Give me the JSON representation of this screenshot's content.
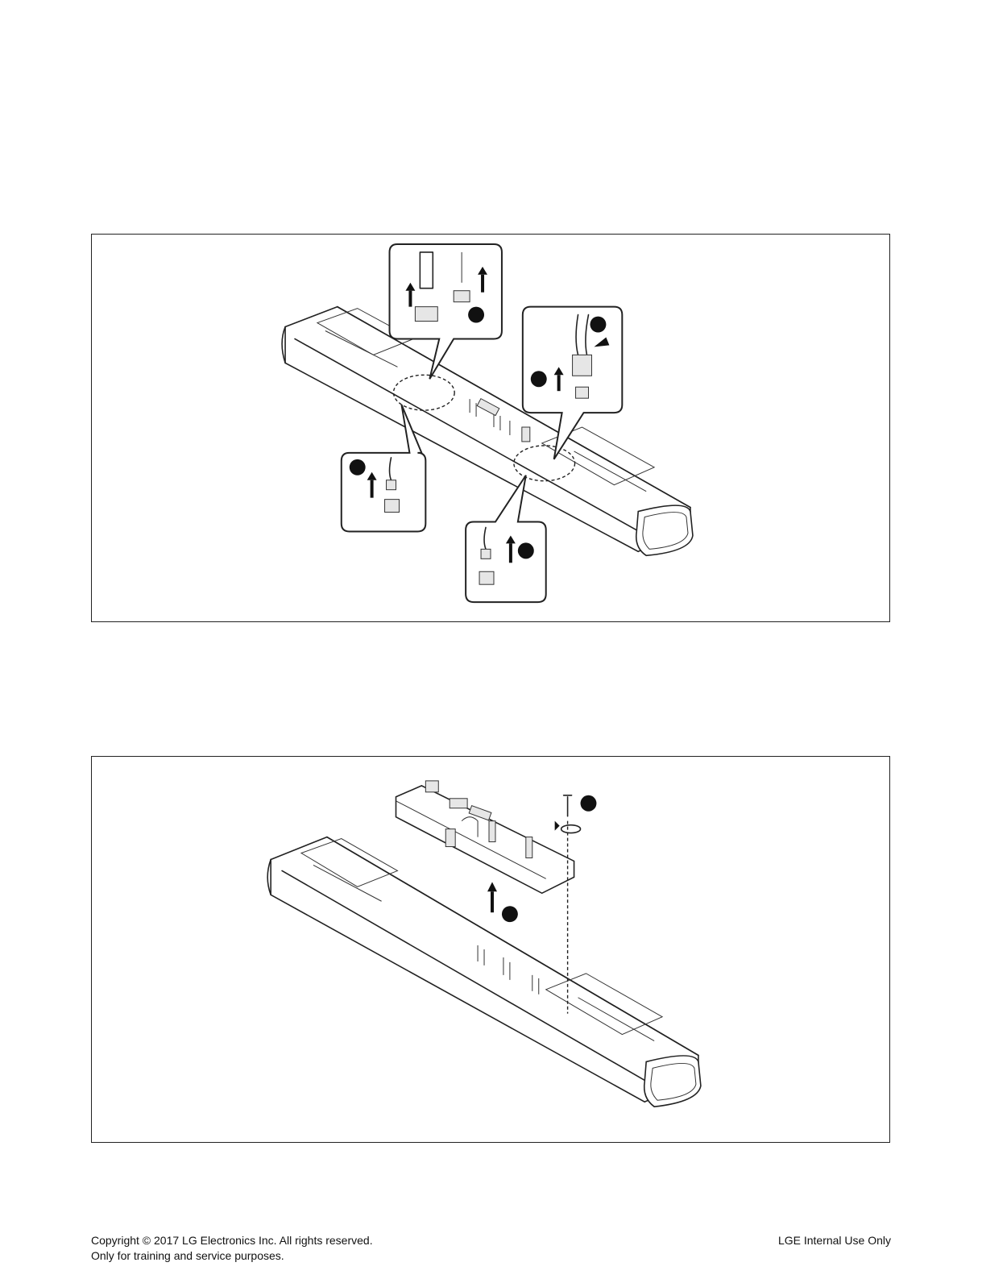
{
  "footer": {
    "copyright": "Copyright © 2017 LG Electronics Inc. All rights reserved.",
    "purpose": "Only for training and service purposes.",
    "notice": "LGE Internal Use Only"
  },
  "figures": [
    {
      "id": "fig1",
      "step_markers": 5
    },
    {
      "id": "fig2",
      "step_markers": 2
    }
  ]
}
